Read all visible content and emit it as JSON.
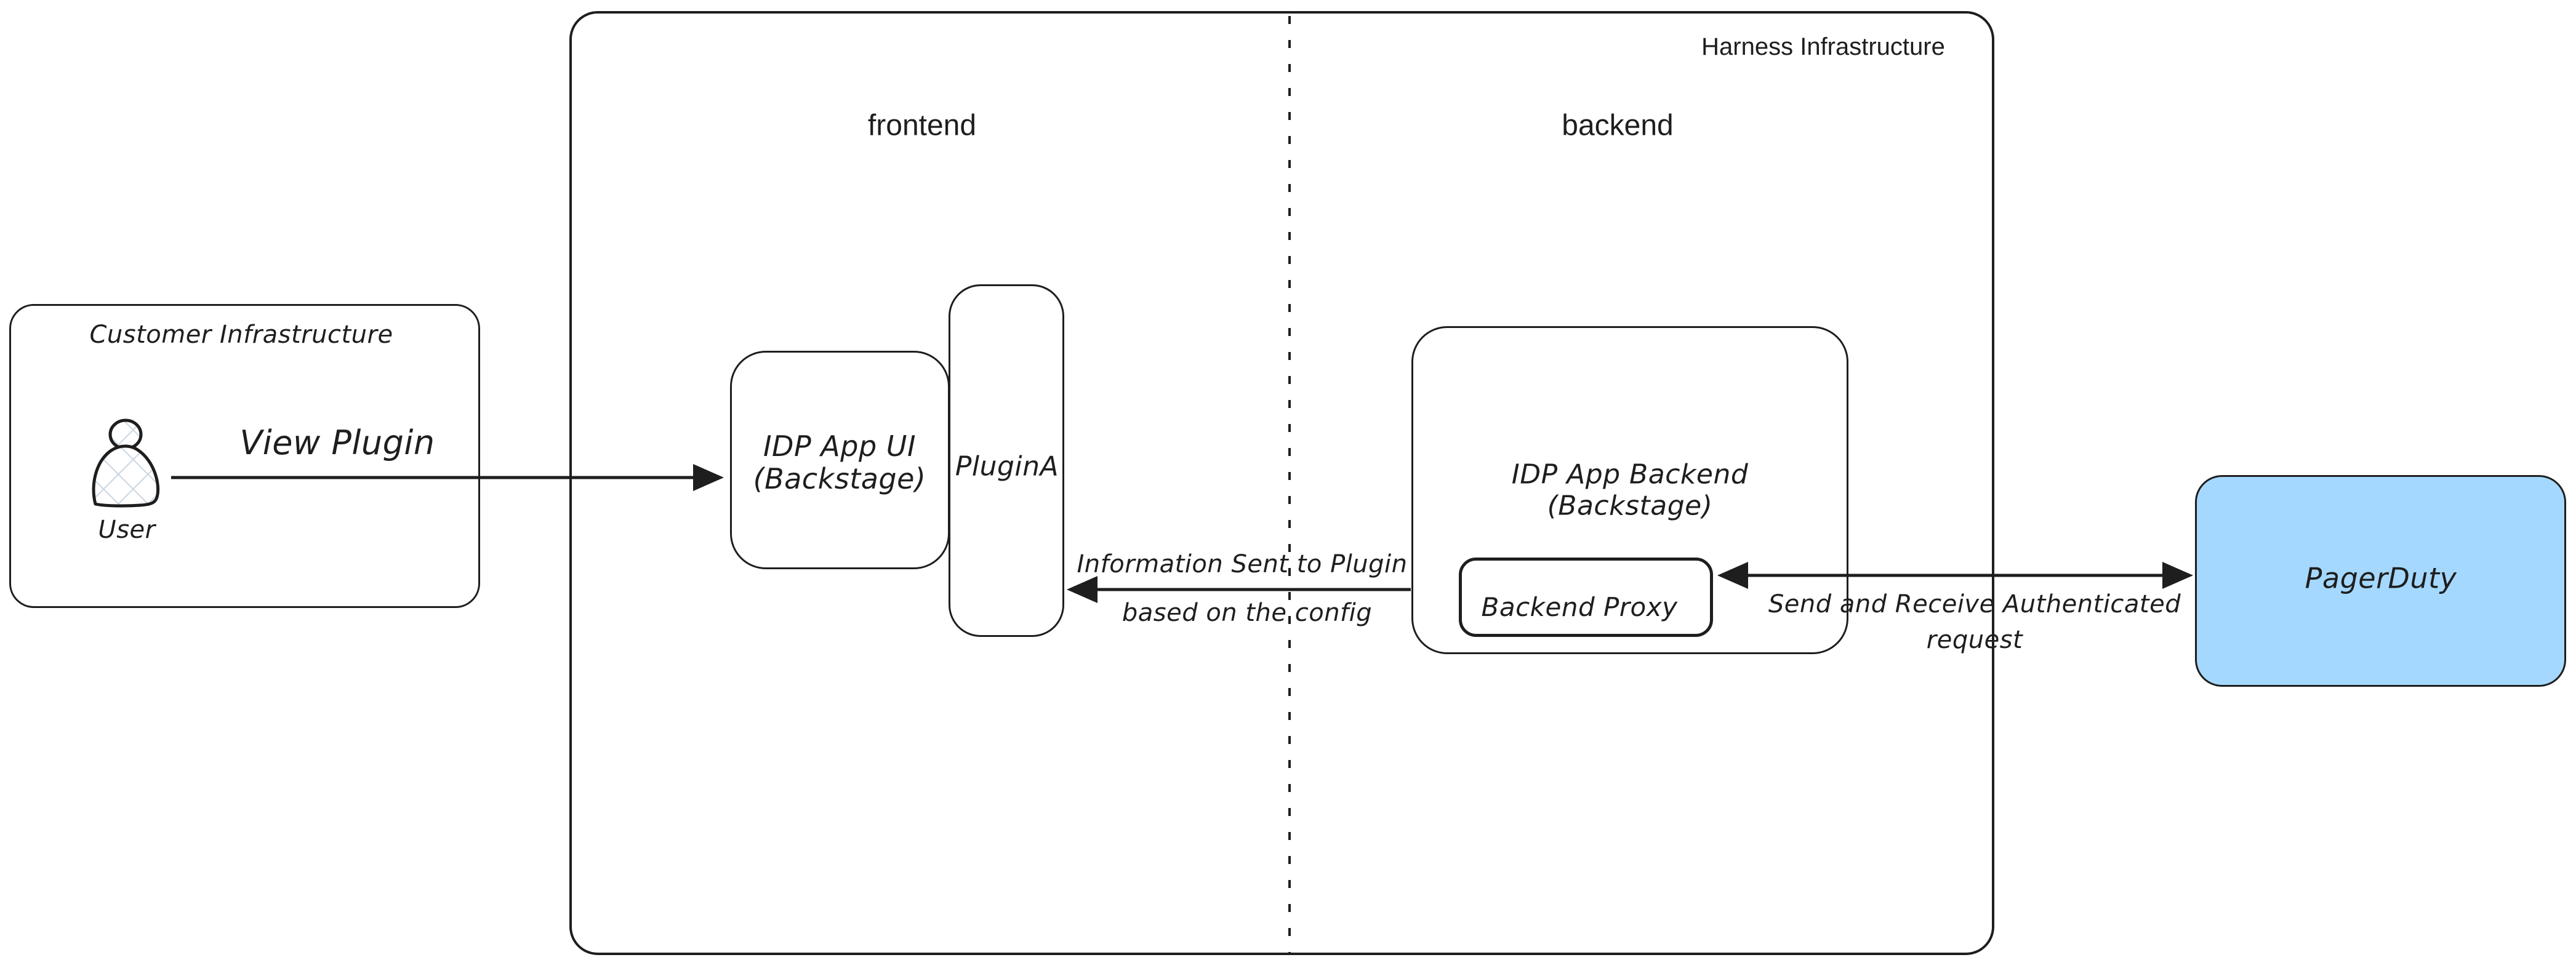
{
  "harness": {
    "label": "Harness Infrastructure"
  },
  "zones": {
    "frontend_label": "frontend",
    "backend_label": "backend"
  },
  "customer": {
    "label": "Customer Infrastructure",
    "user_label": "User"
  },
  "nodes": {
    "idp_app_ui": {
      "line1": "IDP App UI",
      "line2": "(Backstage)"
    },
    "plugin_a": {
      "label": "PluginA"
    },
    "idp_app_backend": {
      "line1": "IDP App Backend",
      "line2": "(Backstage)"
    },
    "backend_proxy": {
      "label": "Backend Proxy"
    },
    "pagerduty": {
      "label": "PagerDuty"
    }
  },
  "edges": {
    "view_plugin": {
      "label": "View Plugin"
    },
    "info_sent": {
      "line1": "Information Sent to Plugin",
      "line2": "based on the config"
    },
    "auth_request": {
      "line1": "Send and Receive Authenticated",
      "line2": "request"
    }
  },
  "colors": {
    "stroke": "#1e1e1e",
    "pagerduty_fill": "#a5d8ff",
    "hatch": "#c9d6e2"
  }
}
